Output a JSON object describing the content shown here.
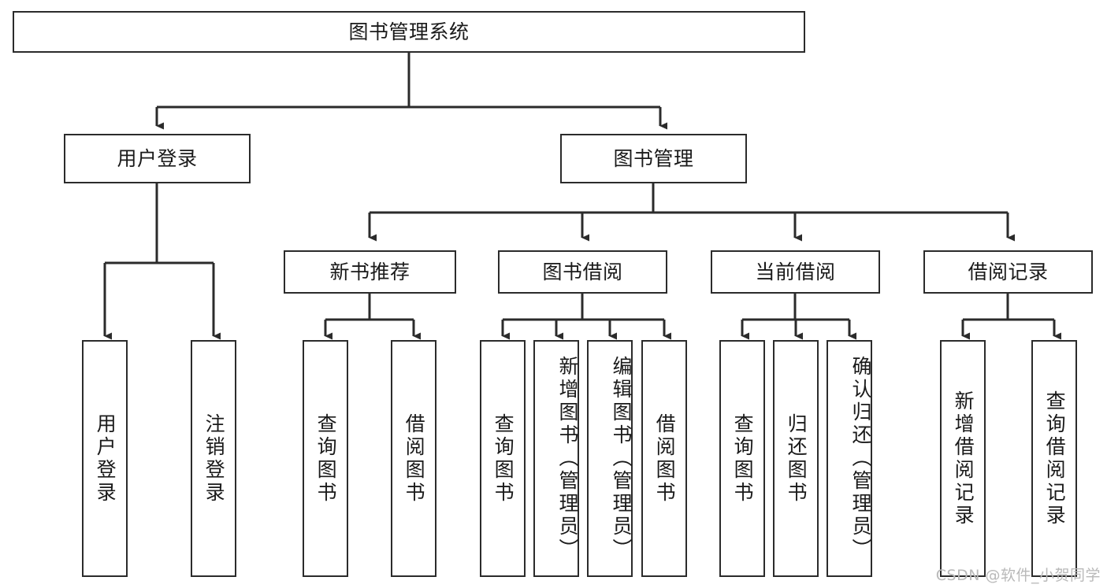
{
  "diagram": {
    "title": "图书管理系统",
    "root": {
      "label": "图书管理系统"
    },
    "level1": [
      {
        "label": "用户登录"
      },
      {
        "label": "图书管理"
      }
    ],
    "level2": [
      {
        "label": "新书推荐"
      },
      {
        "label": "图书借阅"
      },
      {
        "label": "当前借阅"
      },
      {
        "label": "借阅记录"
      }
    ],
    "leaves": {
      "user_login": [
        {
          "label": "用户登录"
        },
        {
          "label": "注销登录"
        }
      ],
      "new_book_recommend": [
        {
          "label": "查询图书"
        },
        {
          "label": "借阅图书"
        }
      ],
      "book_borrow": [
        {
          "label": "查询图书"
        },
        {
          "label": "新增图书（管理员）"
        },
        {
          "label": "编辑图书（管理员）"
        },
        {
          "label": "借阅图书"
        }
      ],
      "current_borrow": [
        {
          "label": "查询图书"
        },
        {
          "label": "归还图书"
        },
        {
          "label": "确认归还（管理员）"
        }
      ],
      "borrow_record": [
        {
          "label": "新增借阅记录"
        },
        {
          "label": "查询借阅记录"
        }
      ]
    }
  },
  "watermark": {
    "text": "CSDN @软件_小贺同学"
  },
  "colors": {
    "stroke": "#2b2b2b",
    "background": "#ffffff",
    "text": "#1a1a1a",
    "watermark": "#b9b9b9"
  }
}
